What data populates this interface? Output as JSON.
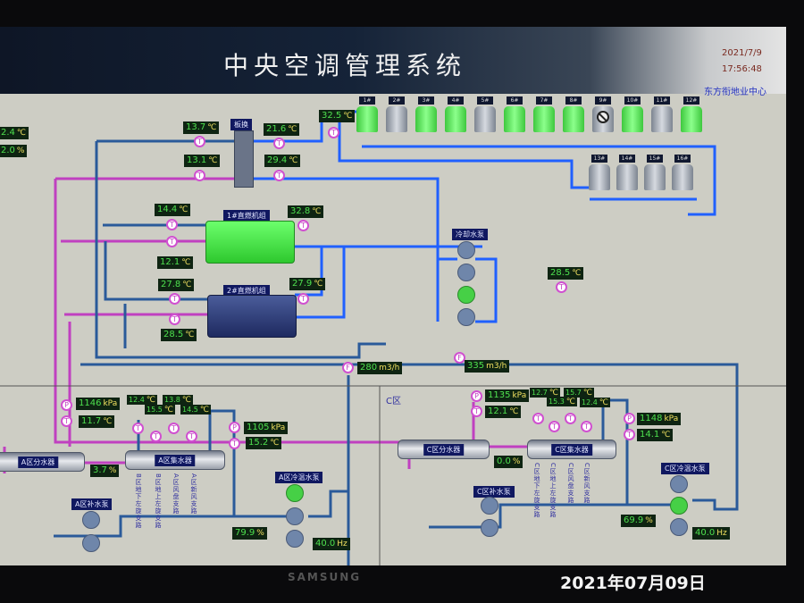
{
  "header": {
    "title": "中央空调管理系统",
    "date": "2021/7/9",
    "time": "17:56:48",
    "org": "东方衔地业中心"
  },
  "left_partial": {
    "temp": "2.4",
    "temp_unit": "℃",
    "pct": "2.0",
    "pct_unit": "%"
  },
  "plate_hx": {
    "label": "板换",
    "in_top": "13.7",
    "out_top": "21.6",
    "in_bottom": "13.1",
    "out_bottom": "29.4"
  },
  "cooling_supply_temp": "32.5",
  "towers": [
    {
      "label": "1#",
      "state": "running"
    },
    {
      "label": "2#",
      "state": "stopped"
    },
    {
      "label": "3#",
      "state": "running"
    },
    {
      "label": "4#",
      "state": "running"
    },
    {
      "label": "5#",
      "state": "stopped"
    },
    {
      "label": "6#",
      "state": "running"
    },
    {
      "label": "7#",
      "state": "running"
    },
    {
      "label": "8#",
      "state": "running"
    },
    {
      "label": "9#",
      "state": "fault"
    },
    {
      "label": "10#",
      "state": "running"
    },
    {
      "label": "11#",
      "state": "stopped"
    },
    {
      "label": "12#",
      "state": "running"
    },
    {
      "label": "13#",
      "state": "stopped"
    },
    {
      "label": "14#",
      "state": "stopped"
    },
    {
      "label": "15#",
      "state": "stopped"
    },
    {
      "label": "16#",
      "state": "stopped"
    }
  ],
  "chillers": [
    {
      "label": "1#直燃机组",
      "chw_in": "14.4",
      "chw_out": "12.1",
      "cw_out": "32.8",
      "state": "running"
    },
    {
      "label": "2#直燃机组",
      "chw_in": "27.8",
      "chw_out": "28.5",
      "cw_out": "27.9",
      "state": "stopped"
    }
  ],
  "cooling_pumps": {
    "label": "冷却水泵",
    "return_temp": "28.5",
    "states": [
      "stopped",
      "stopped",
      "running",
      "stopped"
    ]
  },
  "flows": {
    "a": "280",
    "c": "335",
    "unit": "m3/h"
  },
  "units": {
    "c": "℃",
    "kpa": "kPa",
    "pct": "%",
    "hz": "Hz"
  },
  "zone_a": {
    "supply_pressure": "1146",
    "supply_temp": "11.7",
    "branch_temps": [
      "12.4",
      "15.5",
      "13.8",
      "14.5"
    ],
    "return_pressure": "1105",
    "return_temp": "15.2",
    "bypass_valve": "3.7",
    "valve_opening": "79.9",
    "pump_freq": "40.0",
    "distributor": "A区分水器",
    "collector": "A区集水器",
    "makeup_pump": "A区补水泵",
    "hot_cold_pump": "A区冷温水泵",
    "branches": [
      "B区地下左旋支路",
      "B区地上左旋支路",
      "A区风盘支路",
      "A区新风支路"
    ]
  },
  "zone_c": {
    "zone_label": "C区",
    "supply_pressure": "1135",
    "supply_temp": "12.1",
    "branch_temps": [
      "12.7",
      "15.3",
      "15.7",
      "12.4"
    ],
    "return_pressure": "1148",
    "return_temp": "14.1",
    "bypass_valve": "0.0",
    "valve_opening": "69.9",
    "pump_freq": "40.0",
    "distributor": "C区分水器",
    "collector": "C区集水器",
    "makeup_pump": "C区补水泵",
    "hot_cold_pump": "C区冷温水泵",
    "branches": [
      "C区地下左旋支路",
      "C区地上左旋支路",
      "C区风盘支路",
      "C区新风支路"
    ]
  },
  "sensor": {
    "t": "T",
    "p": "P",
    "f": "F"
  },
  "bezel": {
    "brand": "SAMSUNG",
    "photo_date": "2021年07月09日"
  },
  "colors": {
    "chw_pipe": "#c040c0",
    "cw_pipe": "#2060ff",
    "return_pipe": "#2a5a9a",
    "running": "#46d046",
    "readout_bg": "#0e2412"
  }
}
